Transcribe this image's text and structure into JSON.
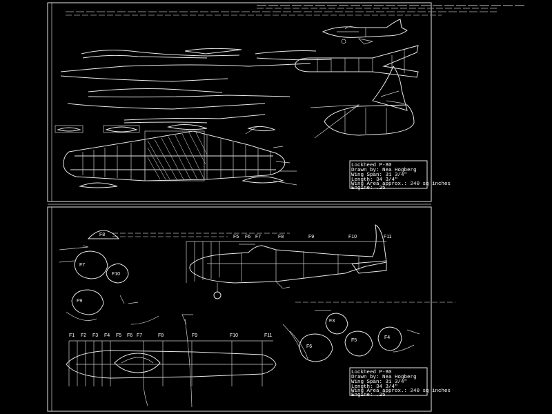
{
  "title_block_top": {
    "model": "Lockheed P-80",
    "drawn_by": "Drawn by: Nea Hogberg",
    "wing_span": "Wing Span: 31 3/4\"",
    "length": "Length: 34 3/4\"",
    "wing_area": "Wing Area approx.: 240 sq inches",
    "engine": "Engine: .25"
  },
  "title_block_bottom": {
    "model": "Lockheed P-80",
    "drawn_by": "Drawn by: Nea Hogberg",
    "wing_span": "Wing Span: 31 3/4\"",
    "length": "Length: 34 3/4\"",
    "wing_area": "Wing Area approx.: 240 sq inches",
    "engine": "Engine: .25"
  },
  "former_labels_side": [
    "F5",
    "F6",
    "F7",
    "F8",
    "F9",
    "F10",
    "F11"
  ],
  "former_labels_top": [
    "F1",
    "F2",
    "F3",
    "F4",
    "F5",
    "F6",
    "F7",
    "F8",
    "F9",
    "F10",
    "F11"
  ],
  "former_section_labels": {
    "f8": "F8",
    "f7": "F7",
    "f10": "F10",
    "f9": "F9",
    "f3": "F3",
    "f4": "F4",
    "f5": "F5",
    "f6": "F6"
  },
  "colors": {
    "background": "#000000",
    "lines": "#e8e8e8"
  }
}
